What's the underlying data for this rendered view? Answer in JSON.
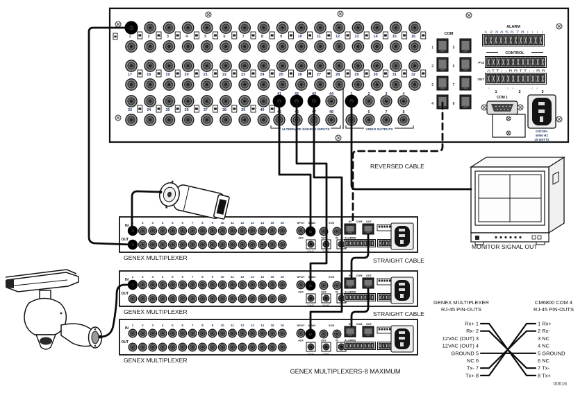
{
  "figure_number": "00616",
  "colors": {
    "ink": "#111111",
    "number_tint": "#223a66",
    "metal": "#8f8f8f"
  },
  "cm6800_panel": {
    "row1_inputs": [
      "1",
      "2",
      "3",
      "4",
      "5",
      "6",
      "7",
      "8",
      "9",
      "10",
      "11",
      "12",
      "13",
      "14",
      "15",
      "16"
    ],
    "row2_inputs": [
      "17",
      "18",
      "19",
      "20",
      "21",
      "22",
      "23",
      "24",
      "25",
      "26",
      "27",
      "28",
      "29",
      "30",
      "31",
      "32"
    ],
    "row3_inputs": [
      "33",
      "34",
      "35",
      "36",
      "37",
      "38",
      "39",
      "40"
    ],
    "alt_source": {
      "label": "ALTERNATE SOURCE INPUTS",
      "top": [
        "41",
        "42",
        "43",
        "44"
      ],
      "bottom": [
        "45",
        "46",
        "47",
        "48"
      ]
    },
    "video_outputs": {
      "label": "VIDEO OUTPUTS",
      "top": [
        "1",
        "2",
        "3",
        "4"
      ],
      "bottom": [
        "5",
        "6",
        "7",
        "8"
      ]
    },
    "com_ports": {
      "label": "COM",
      "left": [
        "1",
        "2",
        "3",
        "4"
      ],
      "right": [
        "5",
        "6",
        "7",
        "8"
      ]
    },
    "alarm": {
      "label": "ALARM",
      "header": "1 2 3 4 5 6 7 8 ↓  ↓ ↓ ↓"
    },
    "control": {
      "label": "CONTROL",
      "ptz_label": "PTZ",
      "out_label": "OUT",
      "letters": "A T T ↓ ↓ R R  T T ↓ ↓ R R",
      "groups": [
        "1",
        "2",
        "3"
      ],
      "ground_symbol": "↓"
    },
    "com1_label": "COM 1",
    "power_lines": [
      "120/230~",
      "50/60 HZ",
      "25 WATTS"
    ]
  },
  "multiplexers": {
    "name": "GENEX MULTIPLEXER",
    "count_note": "GENEX MULTIPLEXERS-8 MAXIMUM",
    "channels": [
      "1",
      "2",
      "3",
      "4",
      "5",
      "6",
      "7",
      "8",
      "9",
      "10",
      "11",
      "12",
      "13",
      "14",
      "15",
      "16"
    ],
    "labels": {
      "in": "IN",
      "out": "OUT",
      "spot": "SPOT",
      "main": "MAIN",
      "vcr": "VCR",
      "aux": "AUX",
      "alarms": "ALARMS",
      "svhs": "S-VHS",
      "com_in": "IN",
      "com": "COM",
      "com_out": "OUT"
    },
    "units": [
      {
        "ch1_in_connected": true,
        "ch1_out_connected": true
      },
      {
        "ch1_in_connected": true,
        "ch1_out_connected": false
      },
      {
        "ch1_in_connected": false,
        "ch1_out_connected": false
      }
    ]
  },
  "cables": {
    "reversed": "REVERSED CABLE",
    "straight1": "STRAIGHT CABLE",
    "straight2": "STRAIGHT CABLE"
  },
  "monitor_label": "MONITOR SIGNAL OUT",
  "pinout": {
    "left_title": [
      "GENEX MULTIPLEXER",
      "RJ-45 PIN-OUTS"
    ],
    "right_title": [
      "CM6800 COM 4",
      "RJ-45 PIN-OUTS"
    ],
    "left_pins": [
      "Rx+ 1",
      "Rx- 2",
      "12VAC (OUT) 3",
      "12VAC (OUT) 4",
      "GROUND 5",
      "NC 6",
      "Tx- 7",
      "Tx+ 8"
    ],
    "right_pins": [
      "1 Rx+",
      "2 Rx-",
      "3 NC",
      "4 NC",
      "5 GROUND",
      "6 NC",
      "7 Tx-",
      "8 Tx+"
    ],
    "connections": [
      [
        1,
        8
      ],
      [
        2,
        7
      ],
      [
        5,
        5
      ],
      [
        7,
        2
      ],
      [
        8,
        1
      ]
    ]
  }
}
